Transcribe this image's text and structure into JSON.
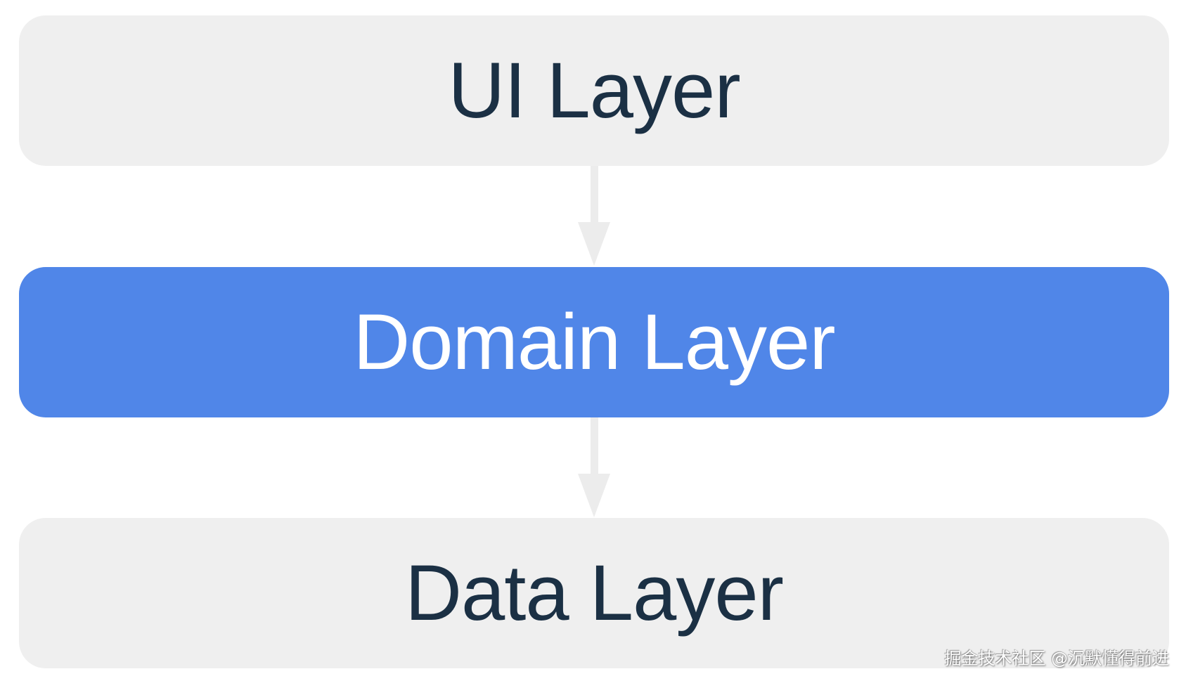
{
  "layers": [
    {
      "id": "ui",
      "label": "UI Layer",
      "fill": "#efefef",
      "text_color": "#1b3044"
    },
    {
      "id": "domain",
      "label": "Domain Layer",
      "fill": "#5086e8",
      "text_color": "#ffffff"
    },
    {
      "id": "data",
      "label": "Data Layer",
      "fill": "#efefef",
      "text_color": "#1b3044"
    }
  ],
  "colors": {
    "arrow": "#ececec",
    "background": "#ffffff"
  },
  "watermark": "掘金技术社区 @沉默懂得前进"
}
